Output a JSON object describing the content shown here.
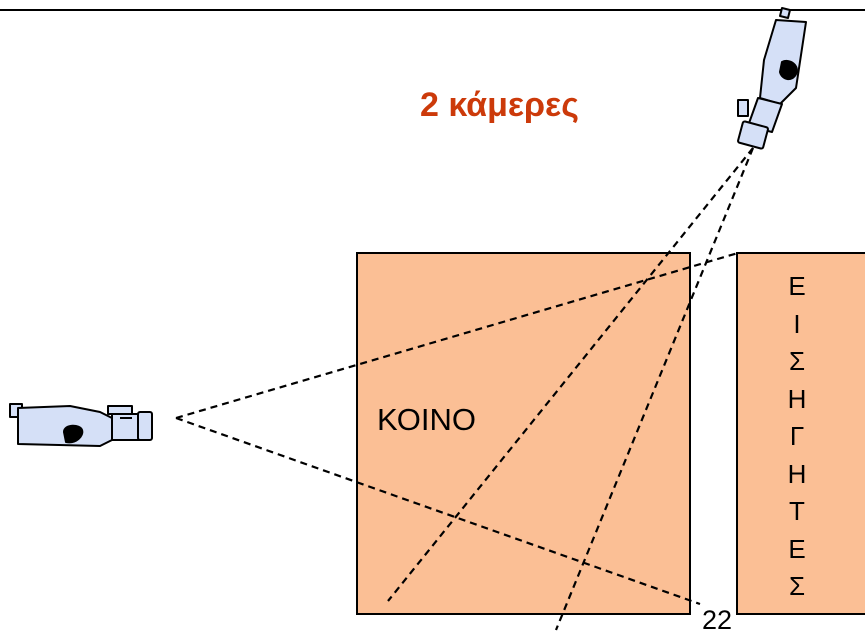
{
  "title": "2 κάμερες",
  "audience_label": "ΚΟΙΝΟ",
  "presenters_label": [
    "Ε",
    "Ι",
    "Σ",
    "Η",
    "Γ",
    "Η",
    "Τ",
    "Ε",
    "Σ"
  ],
  "slide_number": "22",
  "colors": {
    "title": "#cc3a0a",
    "box_fill": "#fbbf95",
    "camera_body": "#d5e0f7",
    "outline": "#000000"
  },
  "icons": [
    "camera-left-icon",
    "camera-top-right-icon"
  ]
}
